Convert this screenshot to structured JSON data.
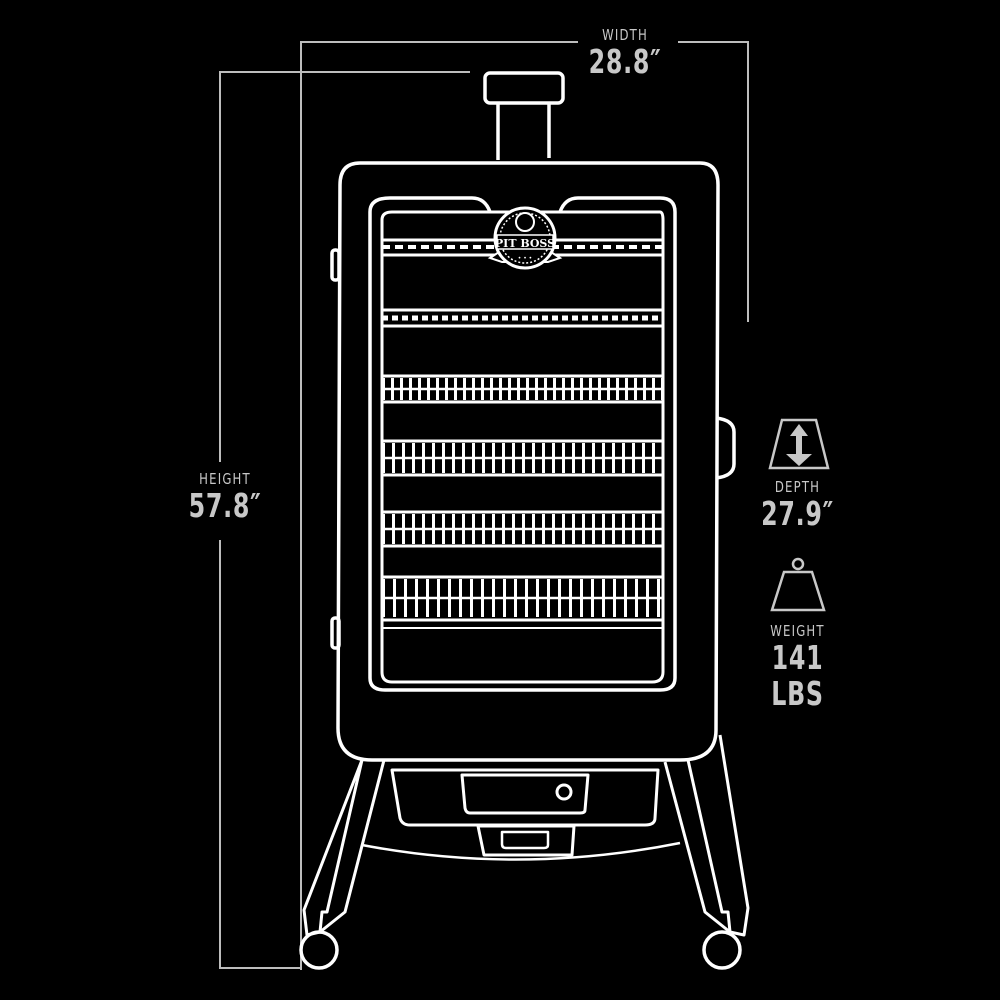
{
  "product": {
    "brand_badge": "PIT BOSS"
  },
  "dimensions": {
    "width": {
      "label": "WIDTH",
      "value": "28.8″"
    },
    "height": {
      "label": "HEIGHT",
      "value": "57.8″"
    },
    "depth": {
      "label": "DEPTH",
      "value": "27.9″",
      "icon": "depth-arrow-icon"
    },
    "weight": {
      "label": "WEIGHT",
      "value": "141 LBS",
      "icon": "weight-icon"
    }
  },
  "colors": {
    "background": "#000000",
    "line": "#ffffff",
    "dimension_line": "#bdbdbd",
    "text": "#c8c8c8"
  }
}
